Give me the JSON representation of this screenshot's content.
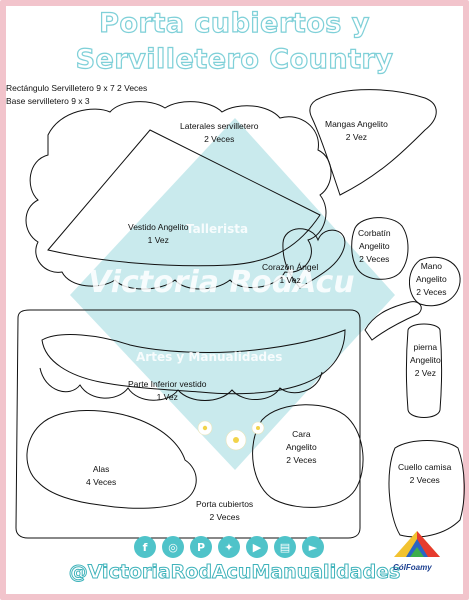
{
  "header": {
    "title_line1": "Porta cubiertos y",
    "title_line2": "Servilletero Country"
  },
  "notes": {
    "line1": "Rectángulo Servilletero 9 x 7 2 Veces",
    "line2": "Base servilletero 9 x 3"
  },
  "pieces": {
    "laterales": {
      "name": "Laterales servilletero",
      "qty": "2 Veces"
    },
    "mangas": {
      "name": "Mangas Angelito",
      "qty": "2 Vez"
    },
    "vestido": {
      "name": "Vestido Angelito",
      "qty": "1 Vez"
    },
    "corbatin": {
      "name1": "Corbatín",
      "name2": "Angelito",
      "qty": "2 Veces"
    },
    "corazon": {
      "name": "Corazón Ángel",
      "qty": "1 Vez"
    },
    "mano": {
      "name1": "Mano",
      "name2": "Angelito",
      "qty": "2 Veces"
    },
    "pierna": {
      "name1": "pierna",
      "name2": "Angelito",
      "qty": "2 Vez"
    },
    "inferior": {
      "name": "Parte Inferior vestido",
      "qty": "1 Vez"
    },
    "cara": {
      "name1": "Cara",
      "name2": "Angelito",
      "qty": "2 Veces"
    },
    "alas": {
      "name": "Alas",
      "qty": "4 Veces"
    },
    "cuello": {
      "name": "Cuello camisa",
      "qty": "2 Veces"
    },
    "porta": {
      "name": "Porta cubiertos",
      "qty": "2 Veces"
    }
  },
  "watermark": {
    "top": "Tallerista",
    "main": "Victoria RodAcu",
    "bottom": "Artes y Manualidades"
  },
  "footer": {
    "social_icons": [
      "facebook-icon",
      "instagram-icon",
      "pinterest-icon",
      "twitter-icon",
      "youtube-icon",
      "store-icon",
      "video-icon"
    ],
    "handle": "@VictoriaRodAcuManualidades",
    "brand": "CólFoamy"
  },
  "colors": {
    "accent": "#4fc3c9",
    "frame": "#f2c4cc",
    "watermark": "#bfe6ea"
  }
}
